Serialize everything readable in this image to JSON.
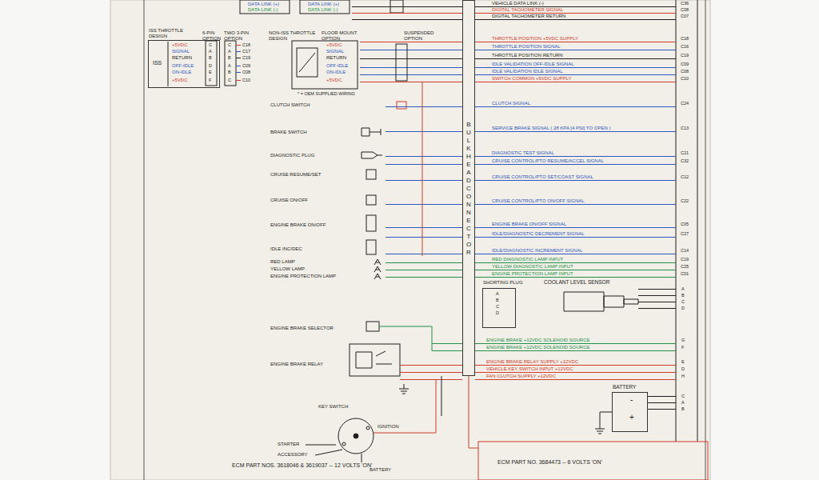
{
  "diagram": {
    "nodes": [
      {
        "text": [
          "BULKHEAD CONNECTOR"
        ]
      },
      {
        "text": [
          "ISS THROTTLE DESIGN",
          "ISS"
        ]
      },
      {
        "text": [
          "SHORTING PLUG"
        ]
      },
      {
        "text": [
          "BATTERY"
        ]
      }
    ],
    "labels": [
      "DATA LINK (+)",
      "DATA LINK (-)",
      "DATA LINK (+)",
      "DATA LINK (-)",
      "VEHICLE DATA LINK (-)",
      "DIGITAL TACHOMETER SIGNAL",
      "DIGITAL TACHOMETER RETURN",
      "THROTTLE POSITION +5VDC SUPPLY",
      "THROTTLE POSITION SIGNAL",
      "THROTTLE POSITION RETURN",
      "IDLE VALIDATION OFF-IDLE SIGNAL",
      "IDLE VALIDATION IDLE SIGNAL",
      "SWITCH COMMON +5VDC SUPPLY",
      "CLUTCH SIGNAL",
      "SERVICE BRAKE SIGNAL ( 28 KPA [4 PSI] TO OPEN )",
      "DIAGNOSTIC TEST SIGNAL",
      "CRUISE CONTROL/PTO RESUME/ACCEL SIGNAL",
      "CRUISE CONTROL/PTO SET/COAST SIGNAL",
      "CRUISE CONTROL/PTO ON/OFF SIGNAL",
      "ENGINE BRAKE ON/OFF SIGNAL",
      "IDLE/DIAGNOSTIC DECREMENT SIGNAL",
      "IDLE/DIAGNOSTIC INCREMENT SIGNAL",
      "RED DIAGNOSTIC LAMP INPUT",
      "YELLOW DIAGNOSTIC LAMP INPUT",
      "ENGINE PROTECTION LAMP INPUT",
      "COOLANT LEVEL SENSOR",
      "ENGINE BRAKE +12VDC SOLENOID SOURCE",
      "ENGINE BRAKE +12VDC SOLENOID SOURCE",
      "ENGINE BRAKE RELAY SUPPLY +12VDC",
      "VEHICLE KEY SWITCH INPUT +12VDC",
      "FAN CLUTCH SUPPLY +12VDC",
      "ECM PART NO. 3684473 -- 6 VOLTS 'ON'",
      "ECM PART NOS. 3618046 & 3619037 -- 12 VOLTS 'ON'",
      "6-PIN OPTION",
      "TWO 3-PIN OPTION",
      "NON-ISS THROTTLE DESIGN",
      "FLOOR MOUNT OPTION",
      "SUSPENDED OPTION",
      "* = OEM SUPPLIED WIRING",
      "CLUTCH SWITCH",
      "BRAKE SWITCH",
      "DIAGNOSTIC PLUG",
      "CRUISE RESUME/SET",
      "CRUISE ON/OFF",
      "ENGINE BRAKE ON/OFF",
      "IDLE INC/DEC",
      "RED LAMP",
      "YELLOW LAMP",
      "ENGINE PROTECTION LAMP",
      "ENGINE BRAKE SELECTOR",
      "ENGINE BRAKE RELAY",
      "IGNITION",
      "STARTER",
      "ACCESSORY",
      "BATTERY",
      "KEY SWITCH",
      "+5VDC",
      "SIGNAL",
      "RETURN",
      "OFF-IDLE",
      "ON-IDLE",
      "+5VDC",
      "C",
      "A",
      "B",
      "D",
      "E",
      "F",
      "C",
      "A",
      "B",
      "A",
      "B",
      "C",
      "C18",
      "C17",
      "C19",
      "C09",
      "C08",
      "C10",
      "+5VDC",
      "SIGNAL",
      "RETURN",
      "OFF-IDLE",
      "ON-IDLE",
      "+5VDC",
      "C36",
      "C08",
      "C07",
      "C18",
      "C16",
      "C19",
      "C09",
      "C08",
      "C10",
      "C24",
      "C13",
      "C21",
      "C32",
      "C12",
      "C22",
      "C05",
      "C27",
      "C14",
      "C19",
      "C25",
      "C01",
      "A",
      "B",
      "C",
      "D",
      "A",
      "B",
      "C",
      "D",
      "G",
      "F",
      "E",
      "D",
      "H",
      "C",
      "A",
      "B",
      "-",
      "+"
    ]
  }
}
